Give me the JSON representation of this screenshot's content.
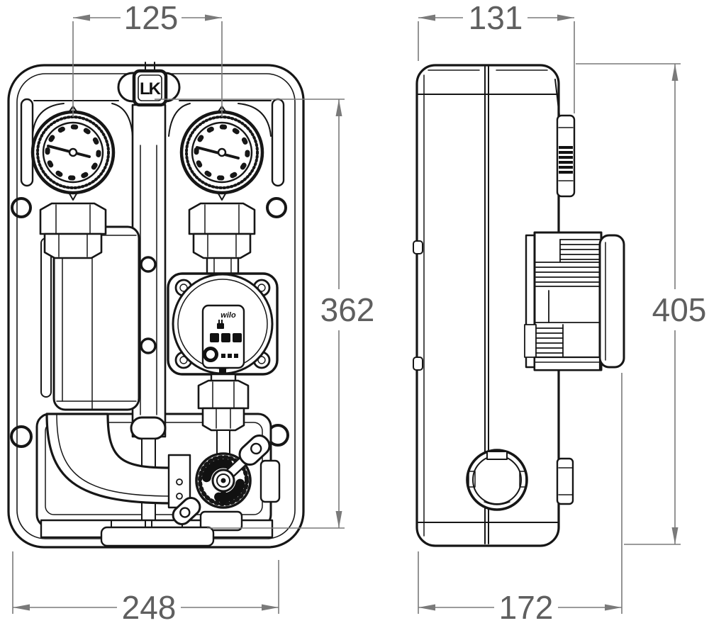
{
  "drawing": {
    "kind": "technical-dimension-drawing",
    "views": {
      "front": {
        "label": "front-view"
      },
      "side": {
        "label": "side-view"
      }
    },
    "brand": {
      "logo_text": "LK"
    },
    "pump": {
      "brand_label": "wilo"
    },
    "colors": {
      "line": "#161616",
      "dimension_line": "#7a7a7a",
      "dimension_text": "#5f5f5f",
      "background": "#ffffff"
    },
    "dimensions": {
      "pipe_spacing": {
        "value": "125",
        "orientation": "horizontal",
        "view": "front"
      },
      "top_depth": {
        "value": "131",
        "orientation": "horizontal",
        "view": "side"
      },
      "front_height": {
        "value": "362",
        "orientation": "vertical",
        "view": "front"
      },
      "total_height": {
        "value": "405",
        "orientation": "vertical",
        "view": "side"
      },
      "total_width": {
        "value": "248",
        "orientation": "horizontal",
        "view": "front"
      },
      "bottom_depth": {
        "value": "172",
        "orientation": "horizontal",
        "view": "side"
      }
    }
  }
}
